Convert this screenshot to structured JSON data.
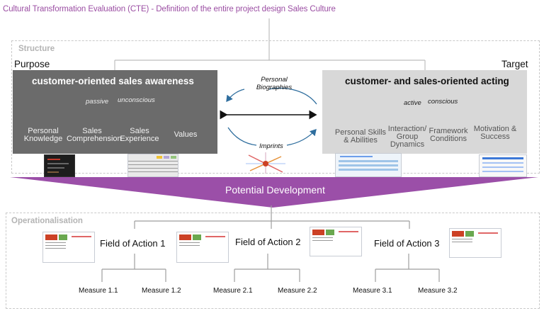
{
  "title": "Cultural Transformation Evaluation (CTE) - Definition of the entire project design Sales Culture",
  "structure": {
    "label": "Structure",
    "purpose_label": "Purpose",
    "target_label": "Target"
  },
  "left_box": {
    "heading": "customer-oriented sales awareness",
    "mode_1": "passive",
    "mode_2": "unconscious",
    "items": [
      "Personal Knowledge",
      "Sales Comprehension",
      "Sales Experience",
      "Values"
    ]
  },
  "right_box": {
    "heading": "customer- and sales-oriented acting",
    "mode_1": "active",
    "mode_2": "conscious",
    "items": [
      "Personal Skills & Abilities",
      "Interaction/ Group Dynamics",
      "Framework Conditions",
      "Motivation & Success"
    ]
  },
  "middle": {
    "top_label": "Personal Biographies",
    "bottom_label": "Imprints"
  },
  "potential_development": "Potential Development",
  "operationalisation": {
    "label": "Operationalisation",
    "fields": [
      {
        "label": "Field of Action 1",
        "measures": [
          "Measure 1.1",
          "Measure 1.2"
        ]
      },
      {
        "label": "Field of Action 2",
        "measures": [
          "Measure 2.1",
          "Measure 2.2"
        ]
      },
      {
        "label": "Field of Action 3",
        "measures": [
          "Measure 3.1",
          "Measure 3.2"
        ]
      }
    ]
  },
  "colors": {
    "accent_purple": "#9b4fa8",
    "dark_box": "#6b6b6b",
    "light_box": "#d8d8d8",
    "arrow_blue": "#2f6e9e"
  },
  "icons": [
    "report-thumbnail",
    "spreadsheet-thumbnail",
    "mindmap-thumbnail",
    "dashboard-thumbnail"
  ]
}
